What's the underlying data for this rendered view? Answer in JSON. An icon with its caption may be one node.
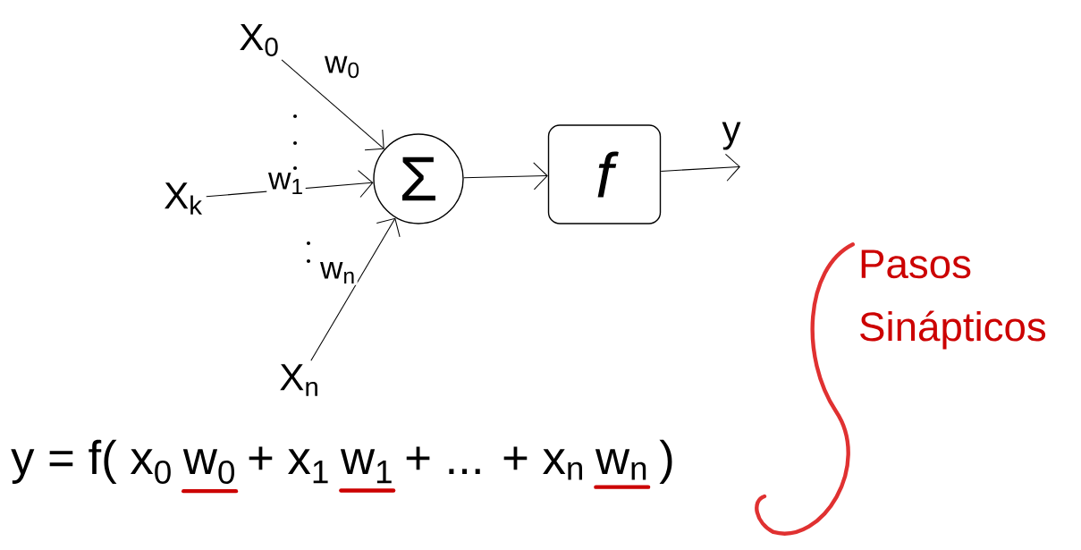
{
  "diagram": {
    "nodes": [
      {
        "text": [
          "X$_{0}$"
        ]
      },
      {
        "text": [
          "X$_{k}$"
        ]
      },
      {
        "text": [
          "X$_{n}$"
        ]
      },
      {
        "text": [
          "Σ"
        ]
      },
      {
        "text": [
          "f"
        ]
      },
      {
        "text": [
          "y"
        ]
      },
      {
        "text": [
          "Pasos Sinápticos"
        ]
      }
    ],
    "edges": [
      {
        "from": 0,
        "to": 3,
        "arrow": "to",
        "label": "w$_{0}$"
      },
      {
        "from": 1,
        "to": 3,
        "arrow": "to",
        "label": "w$_{1}$"
      },
      {
        "from": 2,
        "to": 3,
        "arrow": "to",
        "label": "w$_{n}$"
      },
      {
        "from": 3,
        "to": 4,
        "arrow": "to"
      },
      {
        "from": 4,
        "to": 5,
        "arrow": "to"
      },
      {
        "from": 6,
        "to": null,
        "arrow": "none",
        "color": "#e03131",
        "style": "thick"
      }
    ],
    "labels": [
      "y = f( x$_{0}$",
      "w$_{0}$",
      "+ x$_{1}$",
      "w$_{1}$",
      "+ ... + x$_{n}$",
      "w$_{n}$",
      ")"
    ]
  }
}
